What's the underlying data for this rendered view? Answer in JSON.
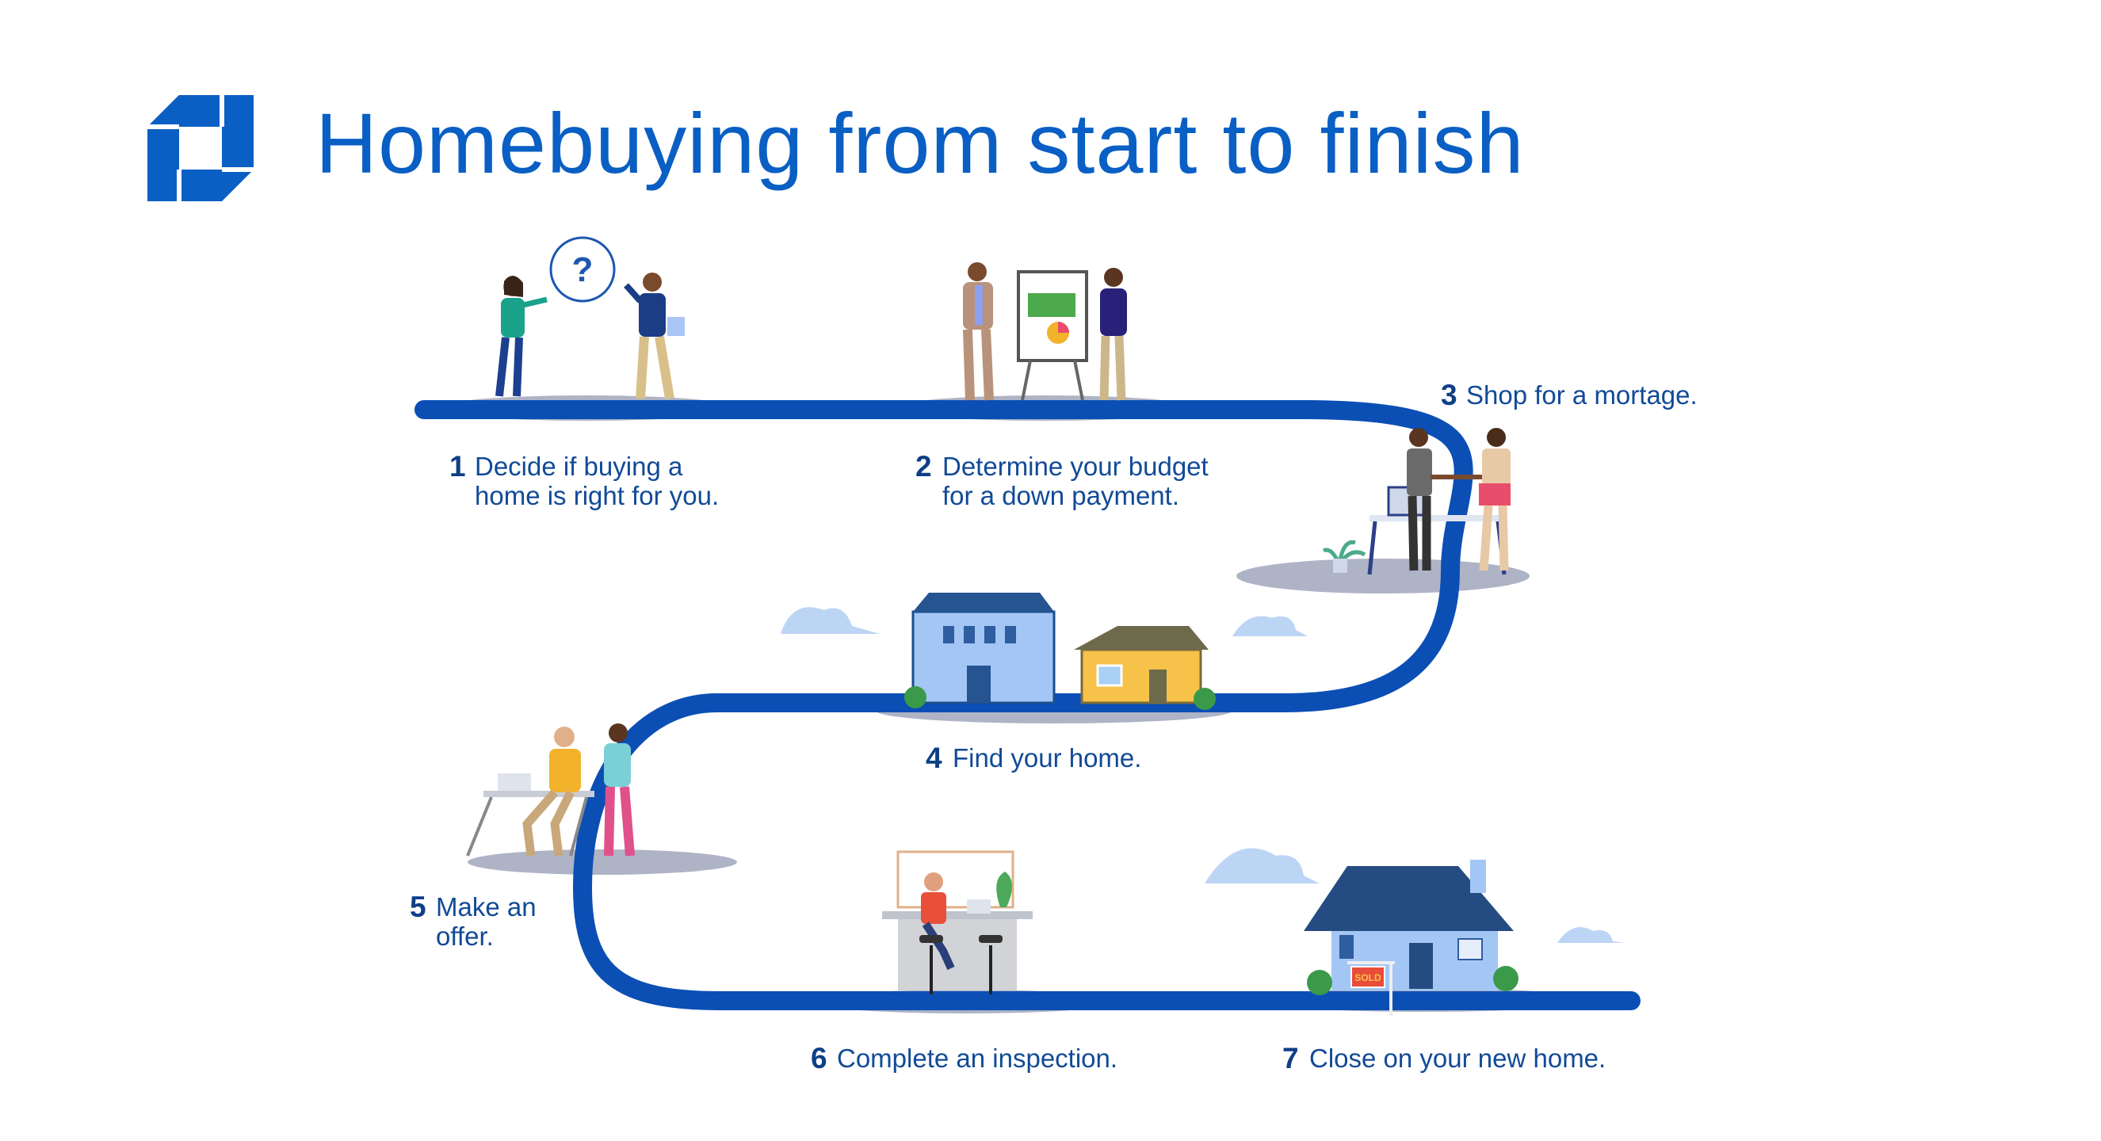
{
  "title": "Homebuying from start to finish",
  "colors": {
    "brand_blue": "#0a5fc4",
    "path_blue": "#0b4fb5",
    "label_blue": "#114a97",
    "shadow": "#8b93ad"
  },
  "logo": {
    "icon": "chase-octagon-logo"
  },
  "steps": [
    {
      "num": "1",
      "lines": [
        "Decide if buying a",
        "home is right for you."
      ]
    },
    {
      "num": "2",
      "lines": [
        "Determine your budget",
        "for a down payment."
      ]
    },
    {
      "num": "3",
      "lines": [
        "Shop for a mortage."
      ]
    },
    {
      "num": "4",
      "lines": [
        "Find your home."
      ]
    },
    {
      "num": "5",
      "lines": [
        "Make an",
        "offer."
      ]
    },
    {
      "num": "6",
      "lines": [
        "Complete an inspection."
      ]
    },
    {
      "num": "7",
      "lines": [
        "Close on your new home."
      ]
    }
  ],
  "illustration": {
    "question_mark": "?",
    "sign_text": "SOLD"
  }
}
